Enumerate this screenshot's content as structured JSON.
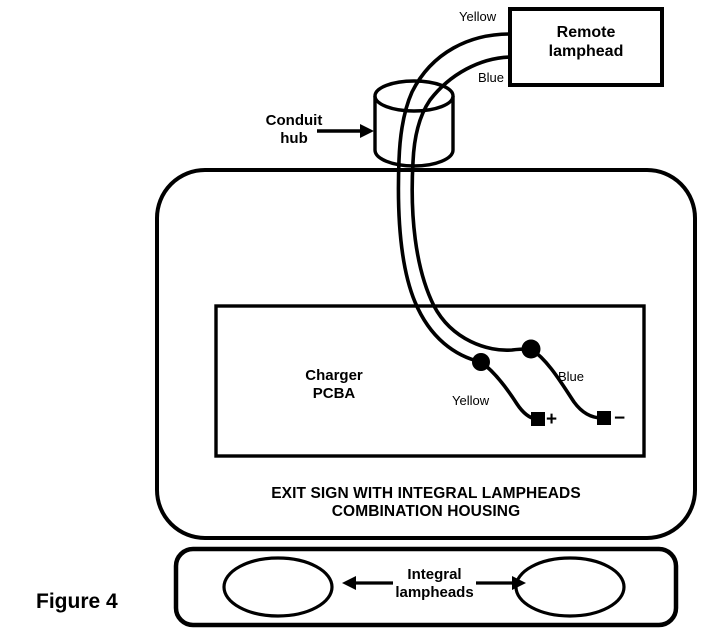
{
  "figure": {
    "caption": "Figure 4"
  },
  "remote_box": {
    "line1": "Remote",
    "line2": "lamphead"
  },
  "conduit": {
    "line1": "Conduit",
    "line2": "hub",
    "arrow_icon": "arrow-right-icon"
  },
  "wires": {
    "top_yellow_label": "Yellow",
    "top_blue_label": "Blue",
    "bottom_yellow_label": "Yellow",
    "bottom_blue_label": "Blue",
    "plus_terminal": "+",
    "minus_terminal": "−"
  },
  "pcba": {
    "line1": "Charger",
    "line2": "PCBA"
  },
  "housing": {
    "line1": "EXIT SIGN WITH INTEGRAL LAMPHEADS",
    "line2": "COMBINATION HOUSING"
  },
  "lampheads": {
    "line1": "Integral",
    "line2": "lampheads",
    "left_arrow_icon": "arrow-left-icon",
    "right_arrow_icon": "arrow-right-icon"
  },
  "colors": {
    "stroke": "#000000",
    "background": "#ffffff",
    "text": "#000000"
  }
}
